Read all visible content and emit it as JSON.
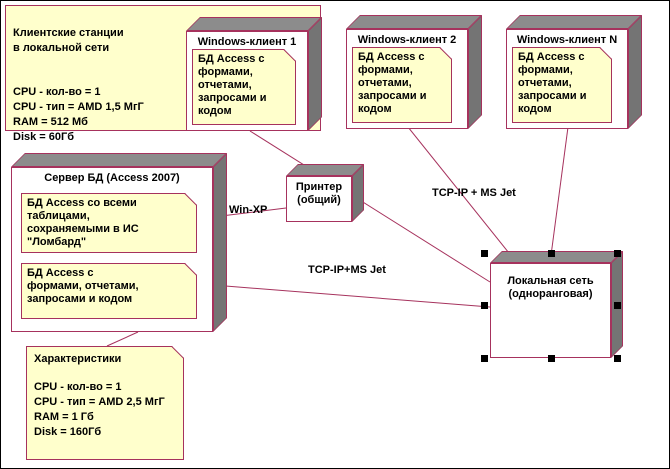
{
  "diagram": {
    "spec_box": {
      "title": "Клиентские станции\nв локальной сети",
      "body": "CPU - кол-во = 1\nCPU - тип = AMD 1,5 МгГ\nRAM = 512 Мб\nDisk = 60Гб"
    },
    "clients": [
      {
        "title": "Windows-клиент 1",
        "note": "БД Access с\nформами,\nотчетами,\nзапросами и\nкодом"
      },
      {
        "title": "Windows-клиент 2",
        "note": "БД Access с\nформами,\nотчетами,\nзапросами и\nкодом"
      },
      {
        "title": "Windows-клиент N",
        "note": "БД Access с\nформами,\nотчетами,\nзапросами и\nкодом"
      }
    ],
    "server": {
      "title": "Сервер БД (Access 2007)",
      "note_tables": "БД Access со всеми\nтаблицами,\nсохраняемыми в ИС\n\"Ломбард\"",
      "note_forms": "БД Access с\nформами, отчетами,\nзапросами и кодом"
    },
    "printer": {
      "title": "Принтер\n(общий)"
    },
    "network": {
      "title": "Локальная сеть\n(одноранговая)"
    },
    "spec_note": {
      "title": "Характеристики",
      "body": "CPU - кол-во = 1\nCPU - тип = AMD 2,5 МгГ\nRAM = 1 Гб\nDisk = 160Гб"
    },
    "edge_labels": {
      "server_printer": "Win-XP",
      "server_network": "TCP-IP+MS Jet",
      "clients_network": "TCP-IP + MS Jet"
    },
    "colors": {
      "accent": "#A6325D",
      "note_fill": "#FFFFCC",
      "node_top_face": "#8C8C8C",
      "node_side_face": "#747474"
    }
  }
}
